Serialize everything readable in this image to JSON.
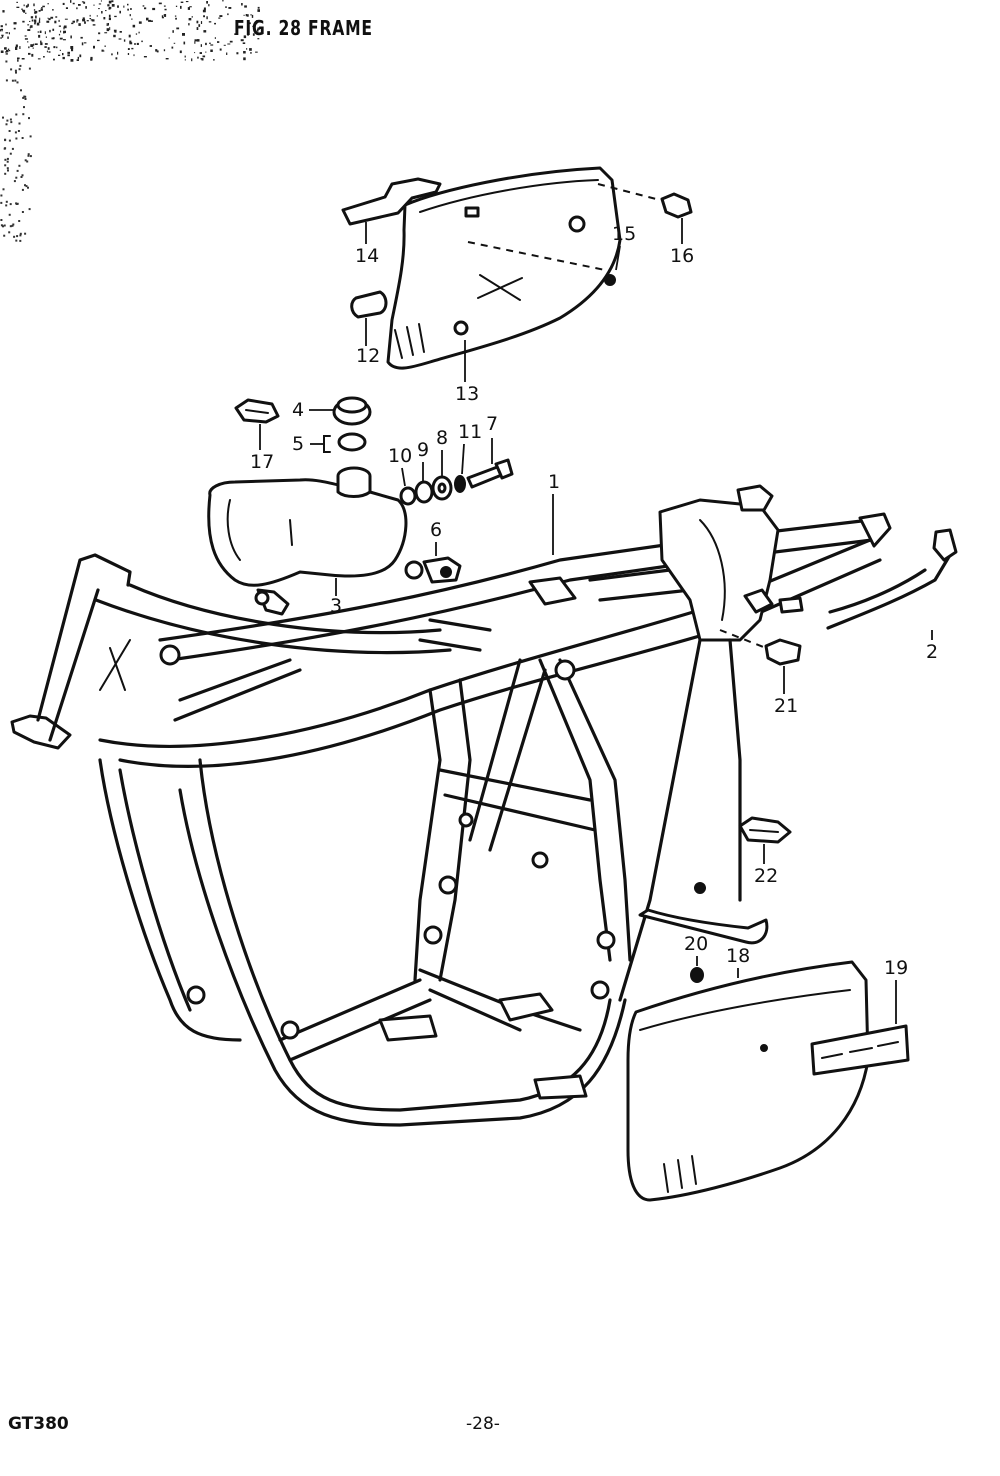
{
  "figure": {
    "title": "FIG. 28  FRAME",
    "footer_model": "GT380",
    "footer_page": "-28-"
  },
  "callouts": [
    {
      "id": "1",
      "label": "1"
    },
    {
      "id": "2",
      "label": "2"
    },
    {
      "id": "3",
      "label": "3"
    },
    {
      "id": "4",
      "label": "4"
    },
    {
      "id": "5",
      "label": "5"
    },
    {
      "id": "6",
      "label": "6"
    },
    {
      "id": "7",
      "label": "7"
    },
    {
      "id": "8",
      "label": "8"
    },
    {
      "id": "9",
      "label": "9"
    },
    {
      "id": "10",
      "label": "10"
    },
    {
      "id": "11",
      "label": "11"
    },
    {
      "id": "12",
      "label": "12"
    },
    {
      "id": "13",
      "label": "13"
    },
    {
      "id": "14",
      "label": "14"
    },
    {
      "id": "15",
      "label": "15"
    },
    {
      "id": "16",
      "label": "16"
    },
    {
      "id": "17",
      "label": "17"
    },
    {
      "id": "18",
      "label": "18"
    },
    {
      "id": "19",
      "label": "19"
    },
    {
      "id": "20",
      "label": "20"
    },
    {
      "id": "21",
      "label": "21"
    },
    {
      "id": "22",
      "label": "22"
    }
  ],
  "colors": {
    "ink": "#111111",
    "paper": "#ffffff"
  }
}
